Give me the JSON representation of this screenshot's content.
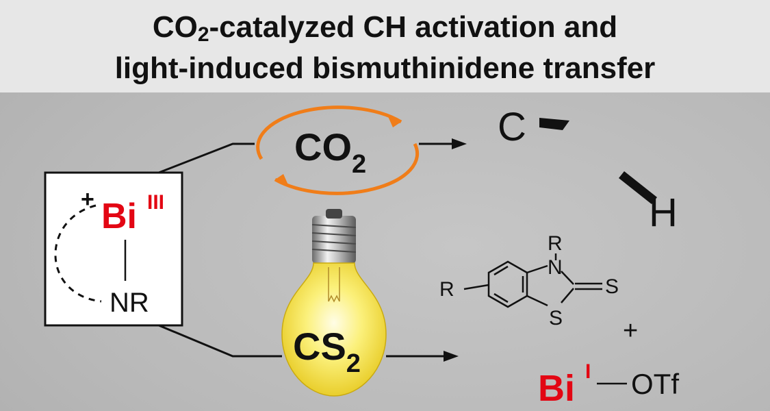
{
  "title": {
    "line1_pre": "CO",
    "line1_sub": "2",
    "line1_post": "-catalyzed CH activation and",
    "line2": "light-induced bismuthinidene transfer"
  },
  "reactant": {
    "charge": "+",
    "bi": "Bi",
    "oxidation": "III",
    "amide": "NR"
  },
  "top_reaction": {
    "reagent_main": "CO",
    "reagent_sub": "2",
    "product_c": "C",
    "product_h": "H"
  },
  "bottom_reaction": {
    "reagent_main": "CS",
    "reagent_sub": "2",
    "ring_n": "N",
    "ring_n_sub": "R",
    "ring_s": "S",
    "thione_s": "S",
    "aryl_r": "R",
    "plus": "+",
    "bi": "Bi",
    "oxidation": "I",
    "otf": "OTf"
  },
  "colors": {
    "bismuth_red": "#e30613",
    "cycle_orange": "#f07d19",
    "bulb_yellow": "#f8e94a",
    "title_band": "#e7e7e7"
  },
  "icons": [
    "catalytic-cycle-icon",
    "light-bulb-icon",
    "benzothiazolethione-structure"
  ]
}
